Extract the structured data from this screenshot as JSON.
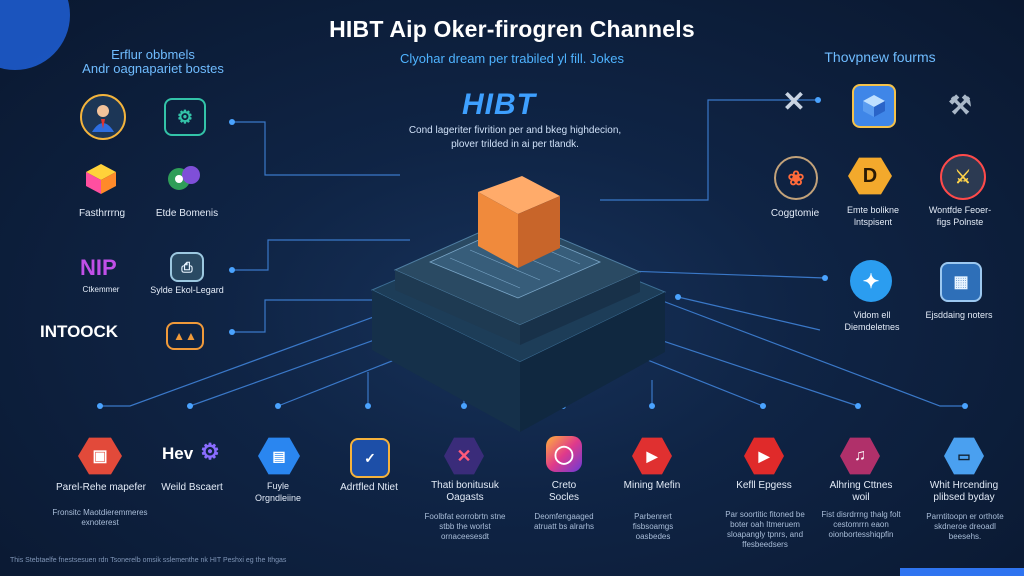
{
  "title": "HIBT Aip Oker-firogren Channels",
  "subtitle": "Clyohar dream per trabiled yl fill. Jokes",
  "left_heading": [
    "Erflur obbmels",
    "Andr oagnapariet bostes"
  ],
  "right_heading": "Thovpnew fourms",
  "brand": "HIBT",
  "center_description": [
    "Cond lageriter fivrition per and bkeg highdecion,",
    "plover trilded in ai per tlandk."
  ],
  "left_items": [
    {
      "label": "Fasthrrrng"
    },
    {
      "label": "Etde Bomenis"
    },
    {
      "label": "Ctkemmer"
    },
    {
      "label": "Sylde Ekol-Legard"
    }
  ],
  "left_wordmarks": {
    "nip": "NIP",
    "intoock": "INTOOCK"
  },
  "right_items": [
    {
      "label": "Coggtomie"
    },
    {
      "label": "Emte bolikne lntspisent"
    },
    {
      "label": "Wontfde Feoer-figs Polnste"
    },
    {
      "label": "Vidom ell Diemdeletnes"
    },
    {
      "label": "Ejsddaing noters"
    }
  ],
  "bottom_items": [
    {
      "label": "Parel-Rehe mapefer",
      "desc": "Fronsitc Maotdieremmeres exnoterest"
    },
    {
      "label": "Weild Bscaert",
      "desc": ""
    },
    {
      "label": "Fuyle Orgndleiine",
      "desc": ""
    },
    {
      "label": "Adrtfled Ntiet",
      "desc": ""
    },
    {
      "label": "Thati bonitusuk Oagasts",
      "desc": "Foolbfat eorrobrtn stne stbb the worlst ornaceesesdt"
    },
    {
      "label": "Creto Socles",
      "desc": "Deomfengaaged atruatt bs alrarhs"
    },
    {
      "label": "Mining Mefin",
      "desc": "Parbenrert fisbsoamgs oasbedes"
    },
    {
      "label": "Kefll Epgess",
      "desc": "Par soortitic fitoned be boter oah Itmeruem sloapangly tpnrs, and ffesbeedsers"
    },
    {
      "label": "Alhring Cttnes woil",
      "desc": "Fist disrdrrng thalg folt cestomrrn eaon oionbortesshiqpfin"
    },
    {
      "label": "Whit Hrcending plibsed byday",
      "desc": "Parntitoopn er orthote skdneroe dreoadl beesehs."
    }
  ],
  "bottom_brand": "Hev",
  "footer": "This Stebtaelfe fnestsesuen rdn Tsonerelb omsik sslementhe nk HIT Peshxi eg the Ithgas",
  "colors": {
    "background": "#0f2445",
    "accent": "#3ea0ff",
    "cube": "#f08a3c",
    "platform": "#2a4a63"
  }
}
